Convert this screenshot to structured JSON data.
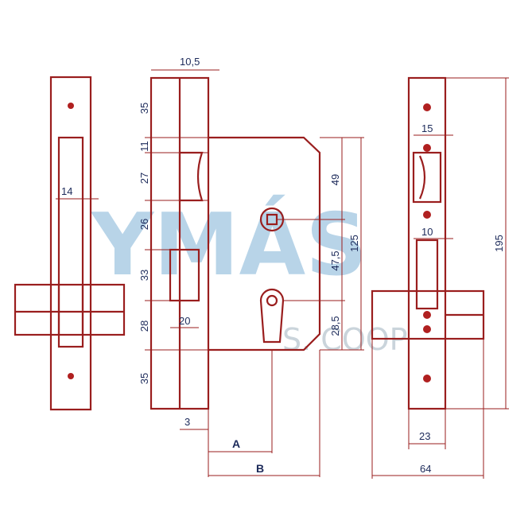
{
  "watermark": {
    "brand": "YMÁS",
    "suffix": "S. COOP"
  },
  "colors": {
    "drawing": "#9a1e1e",
    "dimension_text": "#1c2a5a",
    "watermark": "#7fb2d6"
  },
  "left_view": {
    "width_label": "14"
  },
  "front_view": {
    "top_width": "10,5",
    "vertical_dims": [
      "35",
      "11",
      "27",
      "26",
      "33",
      "28",
      "35"
    ],
    "bolt_width": "20",
    "front_offset": "3",
    "dim_a": "A",
    "dim_b": "B",
    "right_dims": [
      "49",
      "47,5",
      "28,5"
    ],
    "total_height": "125"
  },
  "right_view": {
    "top_label": "15",
    "mid_label": "10",
    "total_height": "195",
    "bottom_width": "23",
    "overall_width": "64"
  }
}
